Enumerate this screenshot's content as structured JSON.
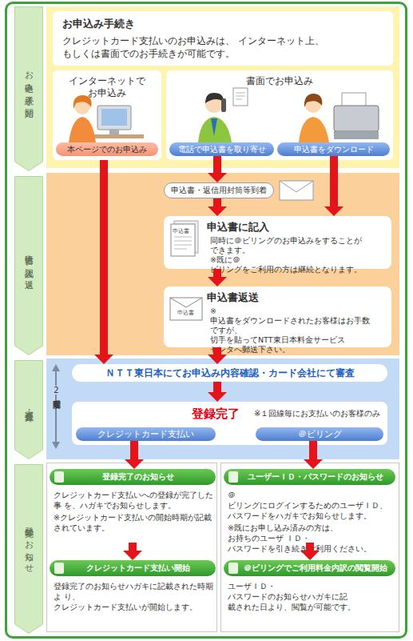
{
  "diagram": {
    "nodes": [
      {
        "text": [
          "お申込み手続き開始"
        ]
      },
      {
        "text": [
          "お申込み手続き",
          "クレジットカード支払いのお申込みは、 インターネット上、もしくは書面でのお手続きが可能です。"
        ]
      },
      {
        "text": [
          "インターネットで お申込み"
        ]
      },
      {
        "text": [
          "本ページでのお申込み"
        ],
        "in": 2
      },
      {
        "text": [
          "書面でお申込み"
        ]
      },
      {
        "text": [
          "電話で申込書を取り寄せ"
        ],
        "in": 4
      },
      {
        "text": [
          "申込書をダウンロード"
        ],
        "in": 4
      },
      {
        "text": [
          "申込書に記入後、返送"
        ]
      },
      {
        "text": [
          "申込書・返信用封筒等到着"
        ]
      },
      {
        "text": [
          "申込書に記入",
          "同時に＠ビリングのお申込みをすることが できます。",
          "※既に＠ビリングをご利用の方は継続となります。"
        ]
      },
      {
        "text": [
          "申込書返送",
          "※申込書をダウンロードされたお客様はお手数 ですが、切手を貼ってNTT東日本料金サービス センタへ郵送下さい。"
        ]
      },
      {
        "text": [
          "審査・登録"
        ]
      },
      {
        "text": [
          "ＮＴＴ東日本にてお申込み内容確認・カード会社にて審査"
        ]
      },
      {
        "text": [
          "登録完了",
          "※１回線毎にお支払いのお客様のみ"
        ]
      },
      {
        "text": [
          "クレジットカード支払い"
        ],
        "in": 13
      },
      {
        "text": [
          "＠ビリング"
        ],
        "in": 13
      },
      {
        "text": [
          "登録完了のお知らせ"
        ]
      },
      {
        "text": [
          "登録完了のお知らせ",
          "クレジットカード支払いへの登録が完了した事 を、ハガキでお知らせします。",
          "※クレジットカード支払いの開始時期が記載 されています。"
        ]
      },
      {
        "text": [
          "クレジットカード支払い開始",
          "登録完了のお知らせハガキに記載された時期よ り、クレジットカード支払いが開始します。"
        ]
      },
      {
        "text": [
          "ユーザーＩＤ・パスワードのお知らせ",
          "＠ビリングにログインするためのユーザＩＤ、 パスワードをハガキでお知らせします。",
          "※既にお申し込み済みの方は、お持ちのユーザ ＩＤ・パスワードを引き続きご利用ください。"
        ]
      },
      {
        "text": [
          "＠ビリングでご利用料金内訳の閲覧開始",
          "ユーザＩＤ・パスワードのお知らせハガキに記 載された日より、閲覧が可能です。"
        ]
      }
    ],
    "edges": [
      {
        "from": 2,
        "to": 12,
        "arrow": "to"
      },
      {
        "from": 5,
        "to": 8,
        "arrow": "to"
      },
      {
        "from": 8,
        "to": 9,
        "arrow": "to"
      },
      {
        "from": 6,
        "to": 9,
        "arrow": "to"
      },
      {
        "from": 9,
        "to": 10,
        "arrow": "to"
      },
      {
        "from": 10,
        "to": 12,
        "arrow": "to"
      },
      {
        "from": 12,
        "to": 13,
        "arrow": "to"
      },
      {
        "from": 14,
        "to": 17,
        "arrow": "to"
      },
      {
        "from": 15,
        "to": 19,
        "arrow": "to"
      },
      {
        "from": 17,
        "to": 18,
        "arrow": "to"
      },
      {
        "from": 19,
        "to": 20,
        "arrow": "to"
      }
    ],
    "labels": [
      "申込書",
      "申込書",
      "2週間程度"
    ]
  }
}
